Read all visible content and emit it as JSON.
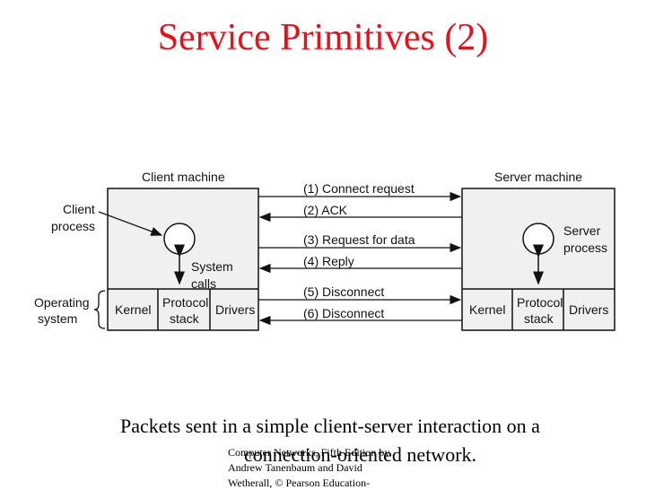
{
  "title": "Service Primitives (2)",
  "diagram": {
    "client_machine_label": "Client machine",
    "server_machine_label": "Server machine",
    "client_process_label": [
      "Client",
      "process"
    ],
    "server_process_label": [
      "Server",
      "process"
    ],
    "operating_system_label": [
      "Operating",
      "system"
    ],
    "system_calls_label": [
      "System",
      "calls"
    ],
    "client_stack": {
      "kernel": "Kernel",
      "protocol": [
        "Protocol",
        "stack"
      ],
      "drivers": "Drivers"
    },
    "server_stack": {
      "kernel": "Kernel",
      "protocol": [
        "Protocol",
        "stack"
      ],
      "drivers": "Drivers"
    },
    "messages": [
      "(1) Connect request",
      "(2) ACK",
      "(3) Request for data",
      "(4) Reply",
      "(5) Disconnect",
      "(6) Disconnect"
    ],
    "colors": {
      "box_fill": "#f0f0f0",
      "lines": "#111111"
    }
  },
  "caption_line1": "Packets sent in a simple client-server interaction on a",
  "caption_line2": "connection-oriented network.",
  "credit": {
    "line1": "Computer Networks, Fifth Edition by",
    "line2": "Andrew Tanenbaum and David",
    "line3": "Wetherall, © Pearson Education-"
  }
}
